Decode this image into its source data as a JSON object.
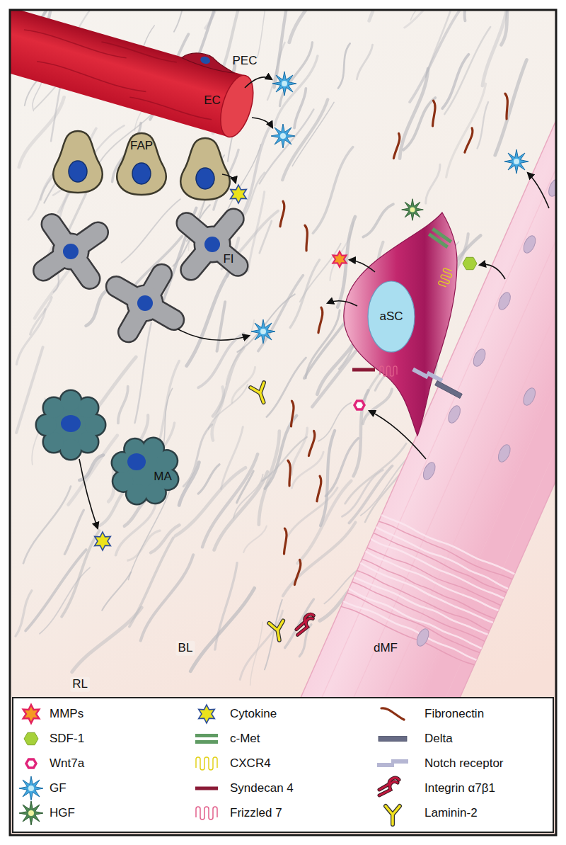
{
  "diagram": {
    "labels": [
      "PEC",
      "EC",
      "FAP",
      "FI",
      "aSC",
      "MA",
      "RL",
      "BL",
      "dMF"
    ],
    "legend": [
      {
        "text": "MMPs"
      },
      {
        "text": "SDF-1"
      },
      {
        "text": "Wnt7a"
      },
      {
        "text": "GF"
      },
      {
        "text": "HGF"
      },
      {
        "text": "Cytokine"
      },
      {
        "text": "c-Met"
      },
      {
        "text": "CXCR4"
      },
      {
        "text": "Syndecan 4"
      },
      {
        "text": "Frizzled 7"
      },
      {
        "text": "Fibronectin"
      },
      {
        "text": "Delta"
      },
      {
        "text": "Notch receptor"
      },
      {
        "text": "Integrin α7β1"
      },
      {
        "text": "Laminin-2"
      }
    ]
  }
}
